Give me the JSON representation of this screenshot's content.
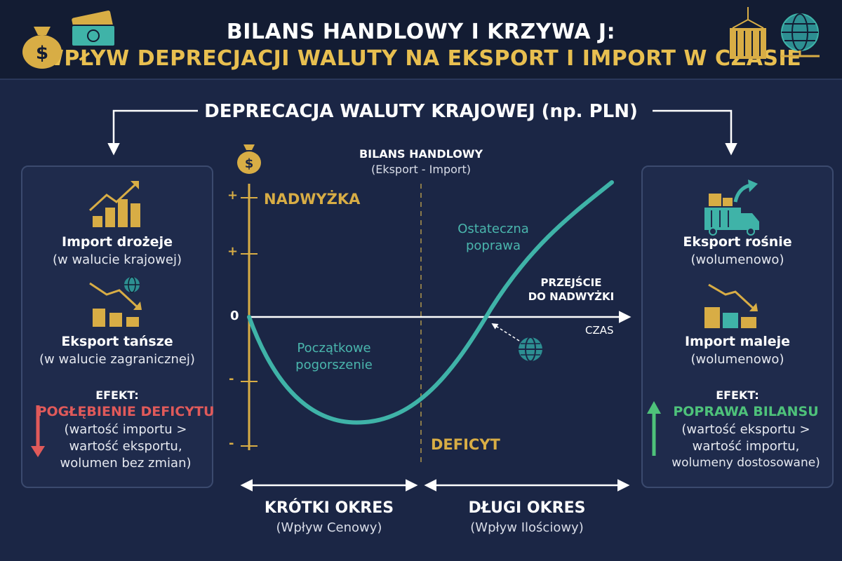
{
  "header": {
    "title_line1": "BILANS HANDLOWY I KRZYWA J:",
    "title_line2": "WPŁYW DEPRECJACJI WALUTY NA EKSPORT I IMPORT W CZASIE"
  },
  "subtitle": "DEPRECACJA WALUTY KRAJOWEJ (np. PLN)",
  "left_panel": {
    "item1_title": "Import drożeje",
    "item1_note": "(w walucie krajowej)",
    "item2_title": "Eksport tańsze",
    "item2_note": "(w walucie zagranicznej)",
    "effect_label": "EFEKT:",
    "effect_title": "POGŁĘBIENIE DEFICYTU",
    "effect_note1": "(wartość importu >",
    "effect_note2": "wartość eksportu,",
    "effect_note3": "wolumen bez zmian)",
    "effect_color": "#e05a5a"
  },
  "right_panel": {
    "item1_title": "Eksport rośnie",
    "item1_note": "(wolumenowo)",
    "item2_title": "Import maleje",
    "item2_note": "(wolumenowo)",
    "effect_label": "EFEKT:",
    "effect_title": "POPRAWA BILANSU",
    "effect_note1": "(wartość eksportu >",
    "effect_note2": "wartość importu,",
    "effect_note3": "wolumeny dostosowane)",
    "effect_color": "#4ec27a"
  },
  "chart": {
    "y_title": "BILANS HANDLOWY",
    "y_subtitle": "(Eksport - Import)",
    "surplus_label": "NADWYŻKA",
    "deficit_label": "DEFICYT",
    "zero_label": "0",
    "x_label": "CZAS",
    "plus_tick": "+",
    "minus_tick": "-",
    "initial_label_1": "Początkowe",
    "initial_label_2": "pogorszenie",
    "final_label_1": "Ostateczna",
    "final_label_2": "poprawa",
    "transition_label_1": "PRZEJŚCIE",
    "transition_label_2": "DO NADWYŻKI",
    "curve_color": "#3fb3a8",
    "axis_color": "#d8ad45"
  },
  "periods": {
    "short_title": "KRÓTKI OKRES",
    "short_note": "(Wpływ Cenowy)",
    "long_title": "DŁUGI OKRES",
    "long_note": "(Wpływ Ilościowy)"
  },
  "icons": {
    "money_bag": "money-bag-icon",
    "cash": "cash-icon",
    "container": "shipping-container-icon",
    "globe": "globe-icon",
    "chart_up": "chart-up-icon",
    "chart_down": "chart-down-icon",
    "truck": "truck-icon"
  }
}
